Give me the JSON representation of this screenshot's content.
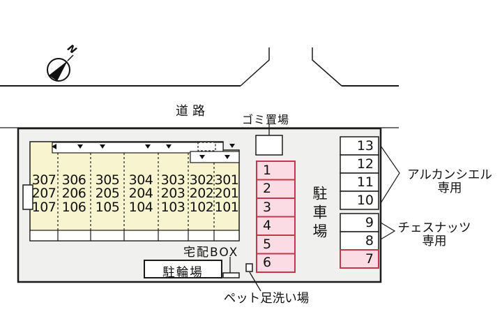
{
  "compass": {
    "north_label": "N"
  },
  "road": {
    "label": "道路"
  },
  "site": {
    "garbage_label": "ゴミ置場",
    "delivery_box_label": "宅配BOX",
    "bicycle_parking_label": "駐輪場",
    "pet_wash_label": "ペット足洗い場"
  },
  "building": {
    "units": [
      {
        "rooms": [
          "307",
          "207",
          "107"
        ]
      },
      {
        "rooms": [
          "306",
          "206",
          "106"
        ]
      },
      {
        "rooms": [
          "305",
          "205",
          "105"
        ]
      },
      {
        "rooms": [
          "304",
          "204",
          "104"
        ]
      },
      {
        "rooms": [
          "303",
          "203",
          "103"
        ]
      },
      {
        "rooms": [
          "302",
          "202",
          "102"
        ]
      },
      {
        "rooms": [
          "301",
          "201",
          "101"
        ]
      }
    ]
  },
  "parking": {
    "area_label": "駐車場",
    "left_spaces": [
      "1",
      "2",
      "3",
      "4",
      "5",
      "6"
    ],
    "right_spaces": [
      "13",
      "12",
      "11",
      "10",
      "9",
      "8",
      "7"
    ],
    "highlighted_spaces": [
      "1",
      "2",
      "3",
      "4",
      "5",
      "6",
      "7"
    ],
    "arcenciel_label_line1": "アルカンシエル",
    "arcenciel_label_line2": "専用",
    "arcenciel_applies_to": [
      "13",
      "12",
      "11",
      "10"
    ],
    "chestnuts_label_line1": "チェスナッツ",
    "chestnuts_label_line2": "専用",
    "chestnuts_applies_to": [
      "9",
      "8"
    ]
  },
  "icons": {
    "compass": "north-arrow-icon",
    "entrance_markers": "triangle-down-icon",
    "corridor_end_marker": "triangle-left-icon"
  },
  "colors": {
    "building_fill": "#f8f4d0",
    "site_fill": "#f0f0ee",
    "highlight_fill": "#fcdce4",
    "highlight_border": "#c0394a",
    "line": "#1a1a1a",
    "white": "#ffffff"
  }
}
